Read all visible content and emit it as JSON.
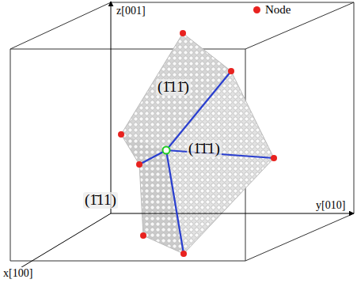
{
  "diagram": {
    "labels": [
      "z[001]",
      "y[010]",
      "x[100]",
      "(1̄11̄)",
      "(1̄1̄1)",
      "(1̄11)"
    ],
    "legend": [
      {
        "text": "Node",
        "color": "#e8221f"
      }
    ]
  }
}
